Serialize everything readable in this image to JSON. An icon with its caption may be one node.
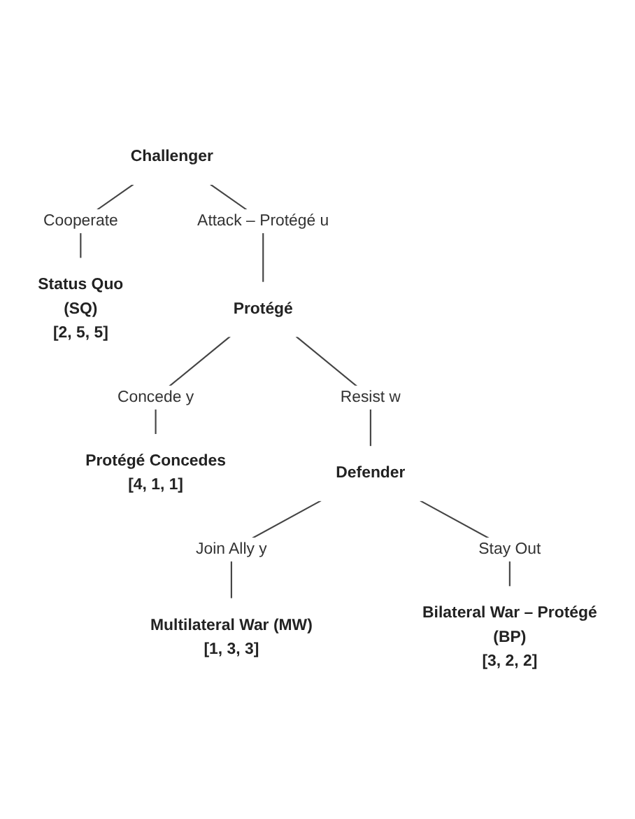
{
  "diagram": {
    "nodes": [
      {
        "text": [
          "Challenger"
        ]
      },
      {
        "text": [
          "Status Quo",
          "(SQ)",
          "[2, 5, 5]"
        ]
      },
      {
        "text": [
          "Protégé"
        ]
      },
      {
        "text": [
          "Protégé Concedes",
          "[4, 1, 1]"
        ]
      },
      {
        "text": [
          "Defender"
        ]
      },
      {
        "text": [
          "Multilateral War (MW)",
          "[1, 3, 3]"
        ]
      },
      {
        "text": [
          "Bilateral War – Protégé",
          "(BP)",
          "[3, 2, 2]"
        ]
      }
    ],
    "edges": [
      {
        "from": 0,
        "to": 1,
        "label": "Cooperate",
        "arrow": "none"
      },
      {
        "from": 0,
        "to": 2,
        "label": "Attack – Protégé u",
        "arrow": "none"
      },
      {
        "from": 2,
        "to": 4,
        "label": "Resist w",
        "arrow": "none"
      },
      {
        "from": 2,
        "to": 3,
        "label": "Concede y",
        "arrow": "none"
      },
      {
        "from": 4,
        "to": 5,
        "label": "Join Ally y",
        "arrow": "none"
      },
      {
        "from": 4,
        "to": 6,
        "label": "Stay Out",
        "arrow": "none"
      }
    ]
  }
}
